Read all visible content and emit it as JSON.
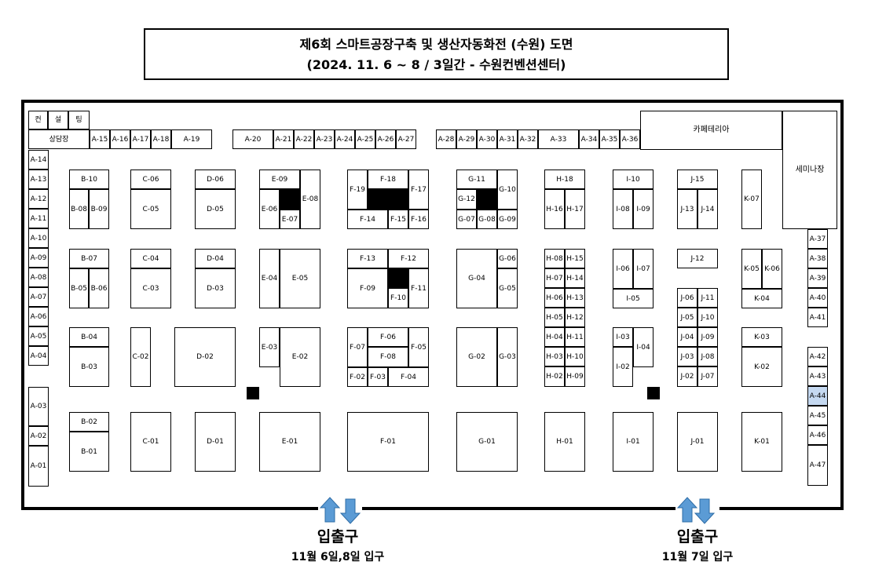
{
  "title": {
    "line1": "제6회 스마트공장구축 및 생산자동화전 (수원) 도면",
    "line2": "(2024. 11. 6 ~ 8 / 3일간 - 수원컨벤션센터)"
  },
  "booths": [
    {
      "label": "컨"
    },
    {
      "label": "설"
    },
    {
      "label": "팅"
    },
    {
      "label": "상담장"
    },
    {
      "label": "A-15"
    },
    {
      "label": "A-16"
    },
    {
      "label": "A-17"
    },
    {
      "label": "A-18"
    },
    {
      "label": "A-19"
    },
    {
      "label": "A-20"
    },
    {
      "label": "A-21"
    },
    {
      "label": "A-22"
    },
    {
      "label": "A-23"
    },
    {
      "label": "A-24"
    },
    {
      "label": "A-25"
    },
    {
      "label": "A-26"
    },
    {
      "label": "A-27"
    },
    {
      "label": "A-28"
    },
    {
      "label": "A-29"
    },
    {
      "label": "A-30"
    },
    {
      "label": "A-31"
    },
    {
      "label": "A-32"
    },
    {
      "label": "A-33"
    },
    {
      "label": "A-34"
    },
    {
      "label": "A-35"
    },
    {
      "label": "A-36"
    },
    {
      "label": "카페테리아"
    },
    {
      "label": "세미나장"
    },
    {
      "label": "A-14"
    },
    {
      "label": "A-13"
    },
    {
      "label": "A-12"
    },
    {
      "label": "A-11"
    },
    {
      "label": "A-10"
    },
    {
      "label": "A-09"
    },
    {
      "label": "A-08"
    },
    {
      "label": "A-07"
    },
    {
      "label": "A-06"
    },
    {
      "label": "A-05"
    },
    {
      "label": "A-04"
    },
    {
      "label": "A-03"
    },
    {
      "label": "A-02"
    },
    {
      "label": "A-01"
    },
    {
      "label": "A-37"
    },
    {
      "label": "A-38"
    },
    {
      "label": "A-39"
    },
    {
      "label": "A-40"
    },
    {
      "label": "A-41"
    },
    {
      "label": "A-42"
    },
    {
      "label": "A-43"
    },
    {
      "label": "A-44"
    },
    {
      "label": "A-45"
    },
    {
      "label": "A-46"
    },
    {
      "label": "A-47"
    },
    {
      "label": "B-10"
    },
    {
      "label": "B-08"
    },
    {
      "label": "B-09"
    },
    {
      "label": "B-07"
    },
    {
      "label": "B-05"
    },
    {
      "label": "B-06"
    },
    {
      "label": "B-04"
    },
    {
      "label": "B-03"
    },
    {
      "label": "B-02"
    },
    {
      "label": "B-01"
    },
    {
      "label": "C-06"
    },
    {
      "label": "C-05"
    },
    {
      "label": "C-04"
    },
    {
      "label": "C-03"
    },
    {
      "label": "C-02"
    },
    {
      "label": "C-01"
    },
    {
      "label": "D-06"
    },
    {
      "label": "D-05"
    },
    {
      "label": "D-04"
    },
    {
      "label": "D-03"
    },
    {
      "label": "D-02"
    },
    {
      "label": "D-01"
    },
    {
      "label": "E-09"
    },
    {
      "label": "E-08"
    },
    {
      "label": "E-06"
    },
    {
      "label": "E-07"
    },
    {
      "label": "E-04"
    },
    {
      "label": "E-05"
    },
    {
      "label": "E-03"
    },
    {
      "label": "E-02"
    },
    {
      "label": "E-01"
    },
    {
      "label": "F-18"
    },
    {
      "label": "F-19"
    },
    {
      "label": "F-17"
    },
    {
      "label": "F-14"
    },
    {
      "label": "F-15"
    },
    {
      "label": "F-16"
    },
    {
      "label": "F-13"
    },
    {
      "label": "F-12"
    },
    {
      "label": "F-09"
    },
    {
      "label": "F-10"
    },
    {
      "label": "F-11"
    },
    {
      "label": "F-07"
    },
    {
      "label": "F-06"
    },
    {
      "label": "F-05"
    },
    {
      "label": "F-08"
    },
    {
      "label": "F-02"
    },
    {
      "label": "F-03"
    },
    {
      "label": "F-04"
    },
    {
      "label": "F-01"
    },
    {
      "label": "G-11"
    },
    {
      "label": "G-10"
    },
    {
      "label": "G-12"
    },
    {
      "label": "G-07"
    },
    {
      "label": "G-08"
    },
    {
      "label": "G-09"
    },
    {
      "label": "G-04"
    },
    {
      "label": "G-06"
    },
    {
      "label": "G-05"
    },
    {
      "label": "G-02"
    },
    {
      "label": "G-03"
    },
    {
      "label": "G-01"
    },
    {
      "label": "H-18"
    },
    {
      "label": "H-16"
    },
    {
      "label": "H-17"
    },
    {
      "label": "H-08"
    },
    {
      "label": "H-15"
    },
    {
      "label": "H-07"
    },
    {
      "label": "H-14"
    },
    {
      "label": "H-06"
    },
    {
      "label": "H-13"
    },
    {
      "label": "H-05"
    },
    {
      "label": "H-12"
    },
    {
      "label": "H-04"
    },
    {
      "label": "H-11"
    },
    {
      "label": "H-03"
    },
    {
      "label": "H-10"
    },
    {
      "label": "H-02"
    },
    {
      "label": "H-09"
    },
    {
      "label": "H-01"
    },
    {
      "label": "I-10"
    },
    {
      "label": "I-08"
    },
    {
      "label": "I-09"
    },
    {
      "label": "I-06"
    },
    {
      "label": "I-07"
    },
    {
      "label": "I-05"
    },
    {
      "label": "I-03"
    },
    {
      "label": "I-04"
    },
    {
      "label": "I-02"
    },
    {
      "label": "I-01"
    },
    {
      "label": "J-15"
    },
    {
      "label": "J-13"
    },
    {
      "label": "J-14"
    },
    {
      "label": "J-12"
    },
    {
      "label": "J-06"
    },
    {
      "label": "J-11"
    },
    {
      "label": "J-05"
    },
    {
      "label": "J-10"
    },
    {
      "label": "J-04"
    },
    {
      "label": "J-09"
    },
    {
      "label": "J-03"
    },
    {
      "label": "J-08"
    },
    {
      "label": "J-02"
    },
    {
      "label": "J-07"
    },
    {
      "label": "J-01"
    },
    {
      "label": "K-07"
    },
    {
      "label": "K-05"
    },
    {
      "label": "K-06"
    },
    {
      "label": "K-04"
    },
    {
      "label": "K-03"
    },
    {
      "label": "K-02"
    },
    {
      "label": "K-01"
    }
  ],
  "highlight_color": "#c5d9f1",
  "arrow_color": "#5b9bd5",
  "entrances": [
    {
      "name": "입출구",
      "note": "11월 6일,8일 입구"
    },
    {
      "name": "입출구",
      "note": "11월 7일 입구"
    }
  ]
}
